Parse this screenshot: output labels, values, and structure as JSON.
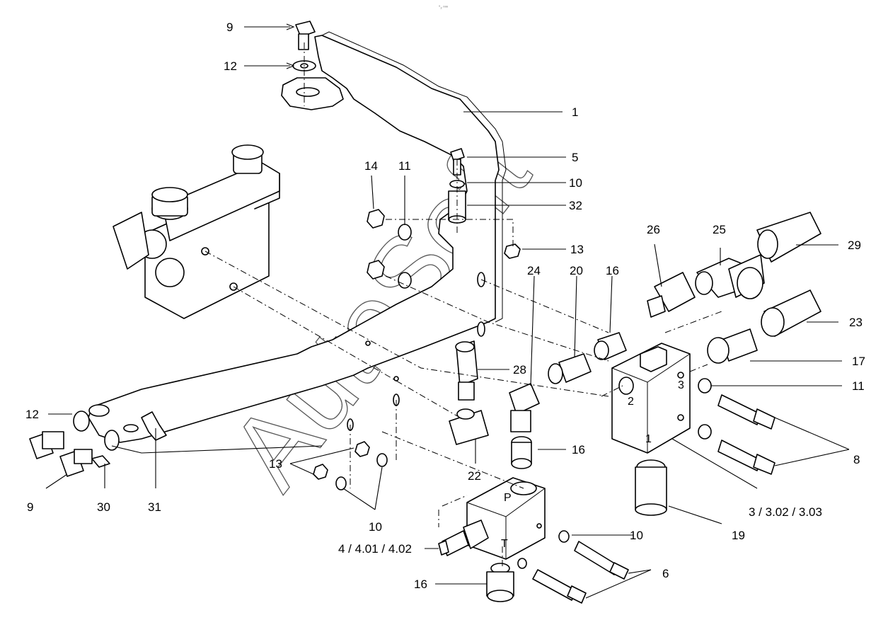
{
  "header_mark": "°₂ ⁿⁿⁿ",
  "watermark": "AutoSoft",
  "port_labels": {
    "p2": "2",
    "p3": "3",
    "p1": "1",
    "P": "P",
    "T": "T"
  },
  "callouts": {
    "c9a": "9",
    "c12a": "12",
    "c1": "1",
    "c5": "5",
    "c10a": "10",
    "c32": "32",
    "c14": "14",
    "c11a": "11",
    "c13a": "13",
    "c26": "26",
    "c25": "25",
    "c29": "29",
    "c24": "24",
    "c20": "20",
    "c16a": "16",
    "c23": "23",
    "c17": "17",
    "c28": "28",
    "c11b": "11",
    "c12b": "12",
    "c8": "8",
    "c22": "22",
    "c16b": "16",
    "c13b": "13",
    "c9b": "9",
    "c30": "30",
    "c31": "31",
    "c3": "3 / 3.02 / 3.03",
    "c10b": "10",
    "c19": "19",
    "c10c": "10",
    "c4": "4 / 4.01 / 4.02",
    "c6": "6",
    "c16c": "16"
  }
}
